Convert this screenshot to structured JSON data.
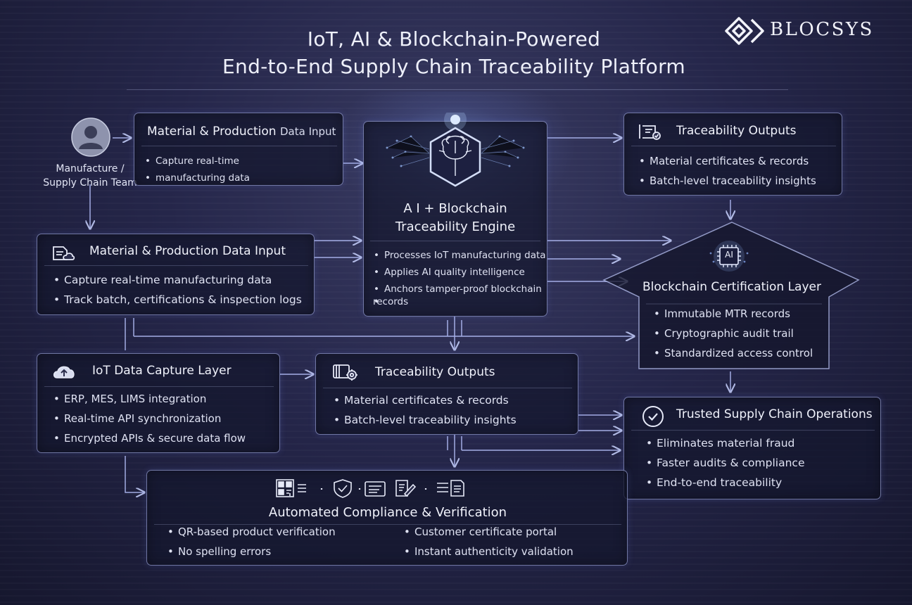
{
  "header": {
    "title_line1": "IoT, AI & Blockchain-Powered",
    "title_line2": "End-to-End Supply Chain Traceability Platform",
    "brand": "BLOCSYS"
  },
  "user": {
    "label_line1": "Manufacture /",
    "label_line2": "Supply Chain Team"
  },
  "top_input": {
    "title_main": "Material & Production",
    "title_small": "Data Input",
    "bullets": [
      "Capture real-time",
      "manufacturing data"
    ]
  },
  "material_input": {
    "title": "Material & Production Data Input",
    "bullets": [
      "Capture real-time manufacturing data",
      "Track batch, certifications & inspection logs"
    ]
  },
  "engine": {
    "title_line1": "A I + Blockchain",
    "title_line2": "Traceability Engine",
    "bullets": [
      "Processes IoT manufacturing data",
      "Applies AI quality intelligence",
      "Anchors tamper-proof blockchain",
      "records"
    ]
  },
  "top_outputs": {
    "title": "Traceability Outputs",
    "bullets": [
      "Material certificates & records",
      "Batch-level traceability insights"
    ]
  },
  "cert_layer": {
    "chip_label": "AI",
    "title": "Blockchain Certification Layer",
    "bullets": [
      "Immutable MTR records",
      "Cryptographic audit trail",
      "Standardized access control"
    ]
  },
  "iot_layer": {
    "title": "IoT Data Capture Layer",
    "bullets": [
      "ERP, MES, LIMS integration",
      "Real-time API synchronization",
      "Encrypted APIs & secure data flow"
    ]
  },
  "mid_outputs": {
    "title": "Traceability Outputs",
    "bullets": [
      "Material certificates & records",
      "Batch-level traceability insights"
    ]
  },
  "trusted_ops": {
    "title": "Trusted Supply Chain Operations",
    "bullets": [
      "Eliminates material fraud",
      "Faster audits & compliance",
      "End-to-end traceability"
    ]
  },
  "compliance": {
    "title": "Automated Compliance & Verification",
    "bullets_left": [
      "QR-based product verification",
      "No spelling errors"
    ],
    "bullets_right": [
      "Customer certificate portal",
      "Instant authenticity validation"
    ]
  }
}
